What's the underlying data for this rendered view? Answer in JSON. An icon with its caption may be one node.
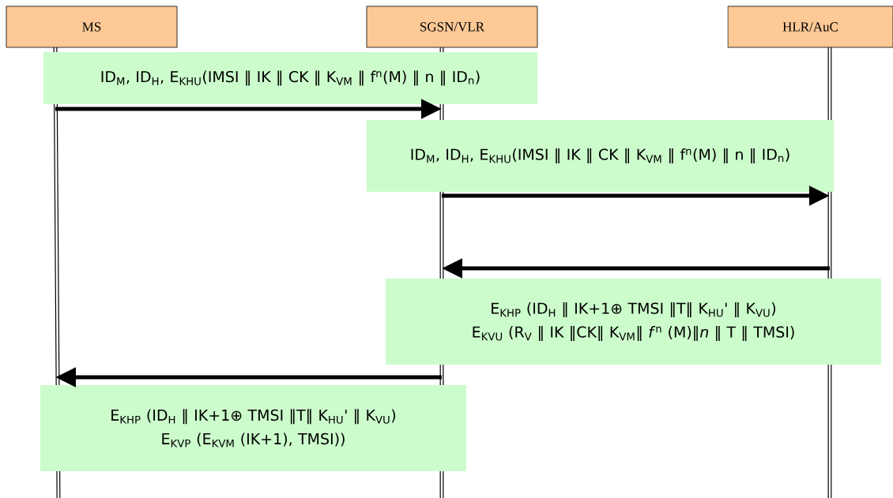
{
  "diagram": {
    "nodes": [
      {
        "text": [
          "MS"
        ]
      },
      {
        "text": [
          "SGSN/VLR"
        ]
      },
      {
        "text": [
          "HLR/AuC"
        ]
      },
      {
        "text": [
          "ID$_{M}$, ID$_{H}$, E$_{KHU}$(IMSI ‖ IK ‖ CK ‖ K$_{VM}$ ‖ f$^{n}$(M) ‖ n ‖ ID$_{n}$)"
        ]
      },
      {
        "text": [
          "ID$_{M}$, ID$_{H}$, E$_{KHU}$(IMSI ‖ IK ‖ CK ‖ K$_{VM}$ ‖ f$^{n}$(M) ‖ n ‖ ID$_{n}$)"
        ]
      },
      {
        "text": [
          "E$_{KHP}$ (ID$_{H}$ ‖ IK+1⊕ TMSI ‖T‖ K$_{HU}$' ‖ K$_{VU}$)",
          "E$_{KVU}$ (R$_{V}$ ‖ IK ‖CK‖ K$_{VM}$‖ *f*$^{n}$ (M)‖*n* ‖ T ‖ TMSI)"
        ]
      },
      {
        "text": [
          "E$_{KHP}$ (ID$_{H}$ ‖ IK+1⊕ TMSI ‖T‖ K$_{HU}$' ‖ K$_{VU}$)",
          "E$_{KVP}$ (E$_{KVM}$ (IK+1), TMSI))"
        ]
      }
    ],
    "edges": [
      {
        "from": 0,
        "to": 1,
        "arrow": "to"
      },
      {
        "from": 1,
        "to": 2,
        "arrow": "to"
      },
      {
        "from": 2,
        "to": 1,
        "arrow": "to"
      },
      {
        "from": 1,
        "to": 0,
        "arrow": "to"
      }
    ]
  }
}
